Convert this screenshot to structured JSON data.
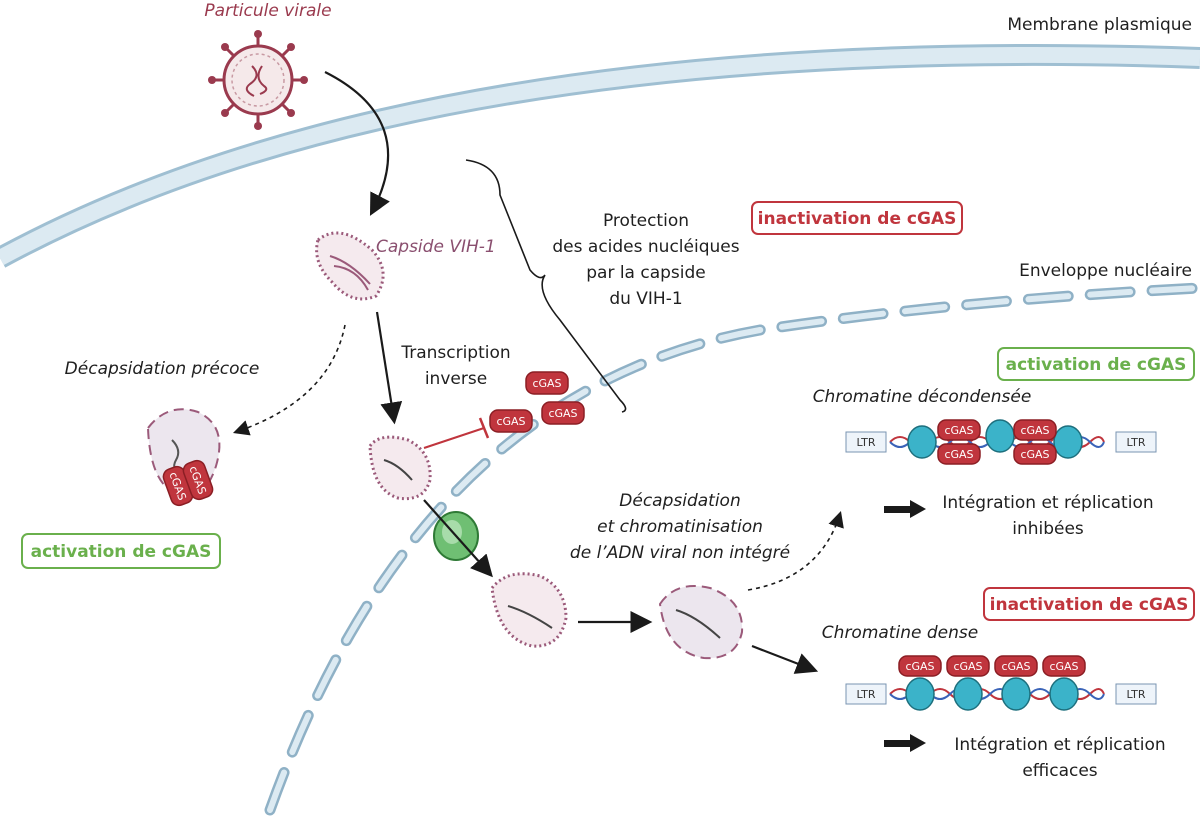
{
  "labels": {
    "virus": "Particule virale",
    "membrane": "Membrane plasmique",
    "capsid": "Capside VIH-1",
    "protection": [
      "Protection",
      "des acides nucléiques",
      "par la capside",
      "du VIH-1"
    ],
    "early_uncoating": "Décapsidation précoce",
    "reverse_transcription": [
      "Transcription",
      "inverse"
    ],
    "nuclear_envelope": "Enveloppe nucléaire",
    "decond_chromatin": "Chromatine décondensée",
    "dense_chromatin": "Chromatine dense",
    "uncoating_chromatinization": [
      "Décapsidation",
      "et chromatinisation",
      "de l’ADN viral non intégré"
    ],
    "inhibited": [
      "Intégration et réplication",
      "inhibées"
    ],
    "efficient": [
      "Intégration et réplication",
      "efficaces"
    ]
  },
  "boxes": {
    "inactivation_top": "inactivation de cGAS",
    "activation_left": "activation de cGAS",
    "activation_right": "activation de cGAS",
    "inactivation_bottom": "inactivation de cGAS"
  },
  "cgas": "cGAS",
  "ltr": "LTR",
  "colors": {
    "red": "#c0353d",
    "green": "#6ab04c",
    "membrane": "#bcd4e2",
    "capsid": "#9b5a7a"
  }
}
